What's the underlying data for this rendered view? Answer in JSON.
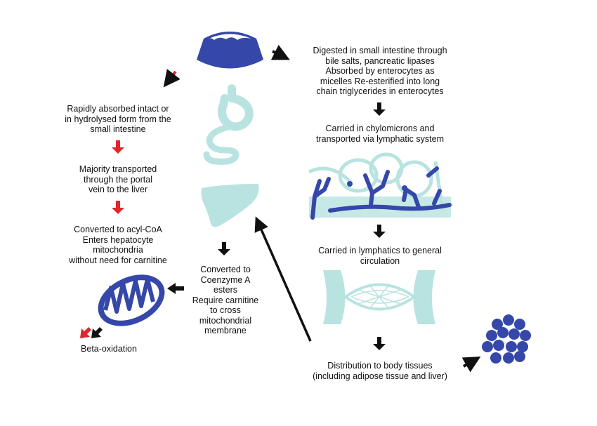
{
  "colors": {
    "dark_blue": "#3547a8",
    "light_teal": "#b8e3e0",
    "red_arrow": "#e0262b",
    "black_arrow": "#111111",
    "text": "#111111"
  },
  "icons": [
    "cheese-icon",
    "stomach-intestine-icon",
    "liver-icon",
    "mitochondrion-icon",
    "lymphatic-network-icon",
    "blood-vessel-icon",
    "fat-cells-icon"
  ],
  "left_path": {
    "step1": "Rapidly absorbed intact or\nin hydrolysed form from the\nsmall intestine",
    "step2": "Majority transported\nthrough the portal\nvein to the liver",
    "step3": "Converted to acyl-CoA\nEnters hepatocyte\nmitochondria\nwithout need for carnitine",
    "result": "Beta-oxidation"
  },
  "middle_path": {
    "step1": "Converted to\nCoenzyme A\nesters\nRequire carnitine\nto cross\nmitochondrial\nmembrane"
  },
  "right_path": {
    "step1": "Digested in small intestine through\nbile salts, pancreatic lipases\nAbsorbed by enterocytes as\nmicelles Re-esterified into long\nchain triglycerides in enterocytes",
    "step2": "Carried in chylomicrons and\ntransported via lymphatic system",
    "step3": "Carried in lymphatics to general\ncirculation",
    "step4": "Distribution to body tissues\n(including adipose tissue and liver)"
  }
}
